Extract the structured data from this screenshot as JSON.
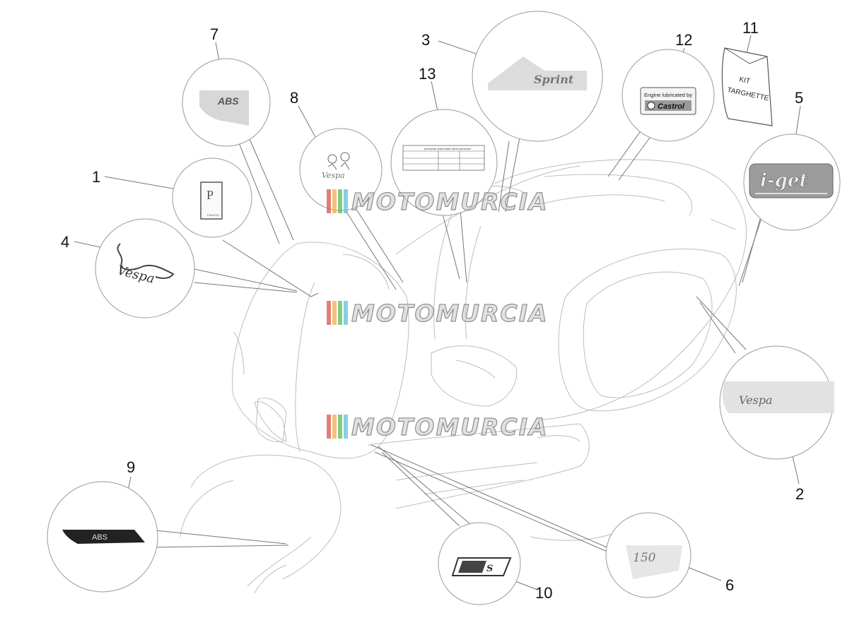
{
  "diagram": {
    "callouts": [
      {
        "num": "1",
        "part": "Piaggio shield badge"
      },
      {
        "num": "2",
        "part": "Side panel Vespa decal"
      },
      {
        "num": "3",
        "part": "Sprint decal"
      },
      {
        "num": "4",
        "part": "Vespa script emblem"
      },
      {
        "num": "5",
        "part": "i-get decal"
      },
      {
        "num": "6",
        "part": "150 decal"
      },
      {
        "num": "7",
        "part": "ABS decal (front)"
      },
      {
        "num": "8",
        "part": "Vespa family decal"
      },
      {
        "num": "9",
        "part": "ABS decal (mudguard)"
      },
      {
        "num": "10",
        "part": "S badge"
      },
      {
        "num": "11",
        "part": "Plate kit"
      },
      {
        "num": "12",
        "part": "Castrol lubrication label"
      },
      {
        "num": "13",
        "part": "Tyre pressure label"
      }
    ],
    "labels": {
      "abs_front": "ABS",
      "abs_mudguard": "ABS",
      "sprint": "Sprint",
      "castrol_line1": "Engine lubricated by",
      "castrol_line2": "Castrol",
      "kit_line1": "KIT",
      "kit_line2": "TARGHETTE",
      "iget": "i-get",
      "displacement": "150",
      "vespa_script": "Vespa",
      "piaggio": "PIAGGIO",
      "tyre_title": "pressione pneumatici /tyres pressure/",
      "s_badge": "S"
    },
    "watermark": "MOTOMURCIA",
    "watermark_colors": [
      "#d9534f",
      "#f0ad4e",
      "#5cb85c",
      "#5bc0de"
    ],
    "line_color": "#777777",
    "sketch_color": "#bbbbbb"
  }
}
